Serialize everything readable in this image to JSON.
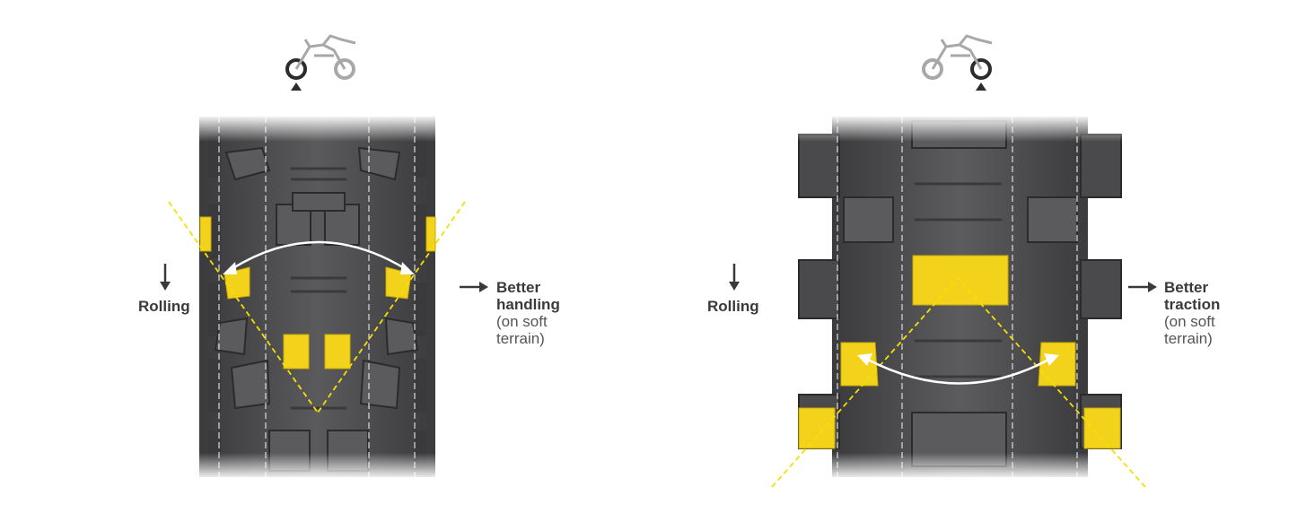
{
  "front": {
    "rolling_label": "Rolling",
    "benefit_title_1": "Better",
    "benefit_title_2": "handling",
    "benefit_note_1": "(on soft",
    "benefit_note_2": "terrain)"
  },
  "rear": {
    "rolling_label": "Rolling",
    "benefit_title_1": "Better",
    "benefit_title_2": "traction",
    "benefit_note_1": "(on soft",
    "benefit_note_2": "terrain)"
  },
  "colors": {
    "tire": "#4a4a4c",
    "tire_dark": "#2f2f31",
    "highlight": "#f2d21b",
    "guide_line": "#f5e000",
    "text": "#3a3a3a"
  },
  "icons": [
    "motorcycle-icon",
    "front-wheel-indicator-icon",
    "rear-wheel-indicator-icon",
    "arrow-down-icon",
    "arrow-right-icon",
    "double-arrow-icon"
  ]
}
